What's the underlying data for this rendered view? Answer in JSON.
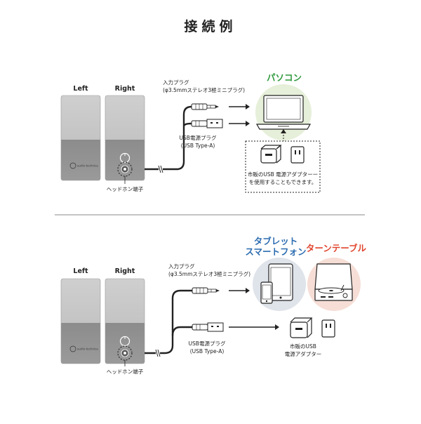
{
  "title": "接続例",
  "colors": {
    "pc_green": "#2e9a3c",
    "tablet_blue": "#2b6cb0",
    "turntable_red": "#e0462e",
    "pc_circle": "#e6efd9",
    "tablet_circle": "#dfe3ea",
    "turntable_circle": "#f6ded6",
    "speaker_top": "#c9c9c9",
    "speaker_bottom": "#8f8f8f"
  },
  "section1": {
    "speaker_left_label": "Left",
    "speaker_right_label": "Right",
    "brand": "audio-technica",
    "headphone_label": "ヘッドホン端子",
    "input_plug_line1": "入力プラグ",
    "input_plug_line2": "(φ3.5mmステレオ3極ミニプラグ)",
    "usb_plug_line1": "USB電源プラグ",
    "usb_plug_line2": "(USB Type-A)",
    "device_label": "パソコン",
    "adapter_note_line1": "市販のUSB 電源アダプターー",
    "adapter_note_line2": "を使用することもできます。"
  },
  "section2": {
    "speaker_left_label": "Left",
    "speaker_right_label": "Right",
    "brand": "audio-technica",
    "headphone_label": "ヘッドホン端子",
    "input_plug_line1": "入力プラグ",
    "input_plug_line2": "(φ3.5mmステレオ3極ミニプラグ)",
    "usb_plug_line1": "USB電源プラグ",
    "usb_plug_line2": "(USB Type-A)",
    "device1_line1": "タブレット",
    "device1_line2": "スマートフォン",
    "device2_label": "ターンテーブル",
    "adapter_line1": "市販のUSB",
    "adapter_line2": "電源アダプター"
  }
}
